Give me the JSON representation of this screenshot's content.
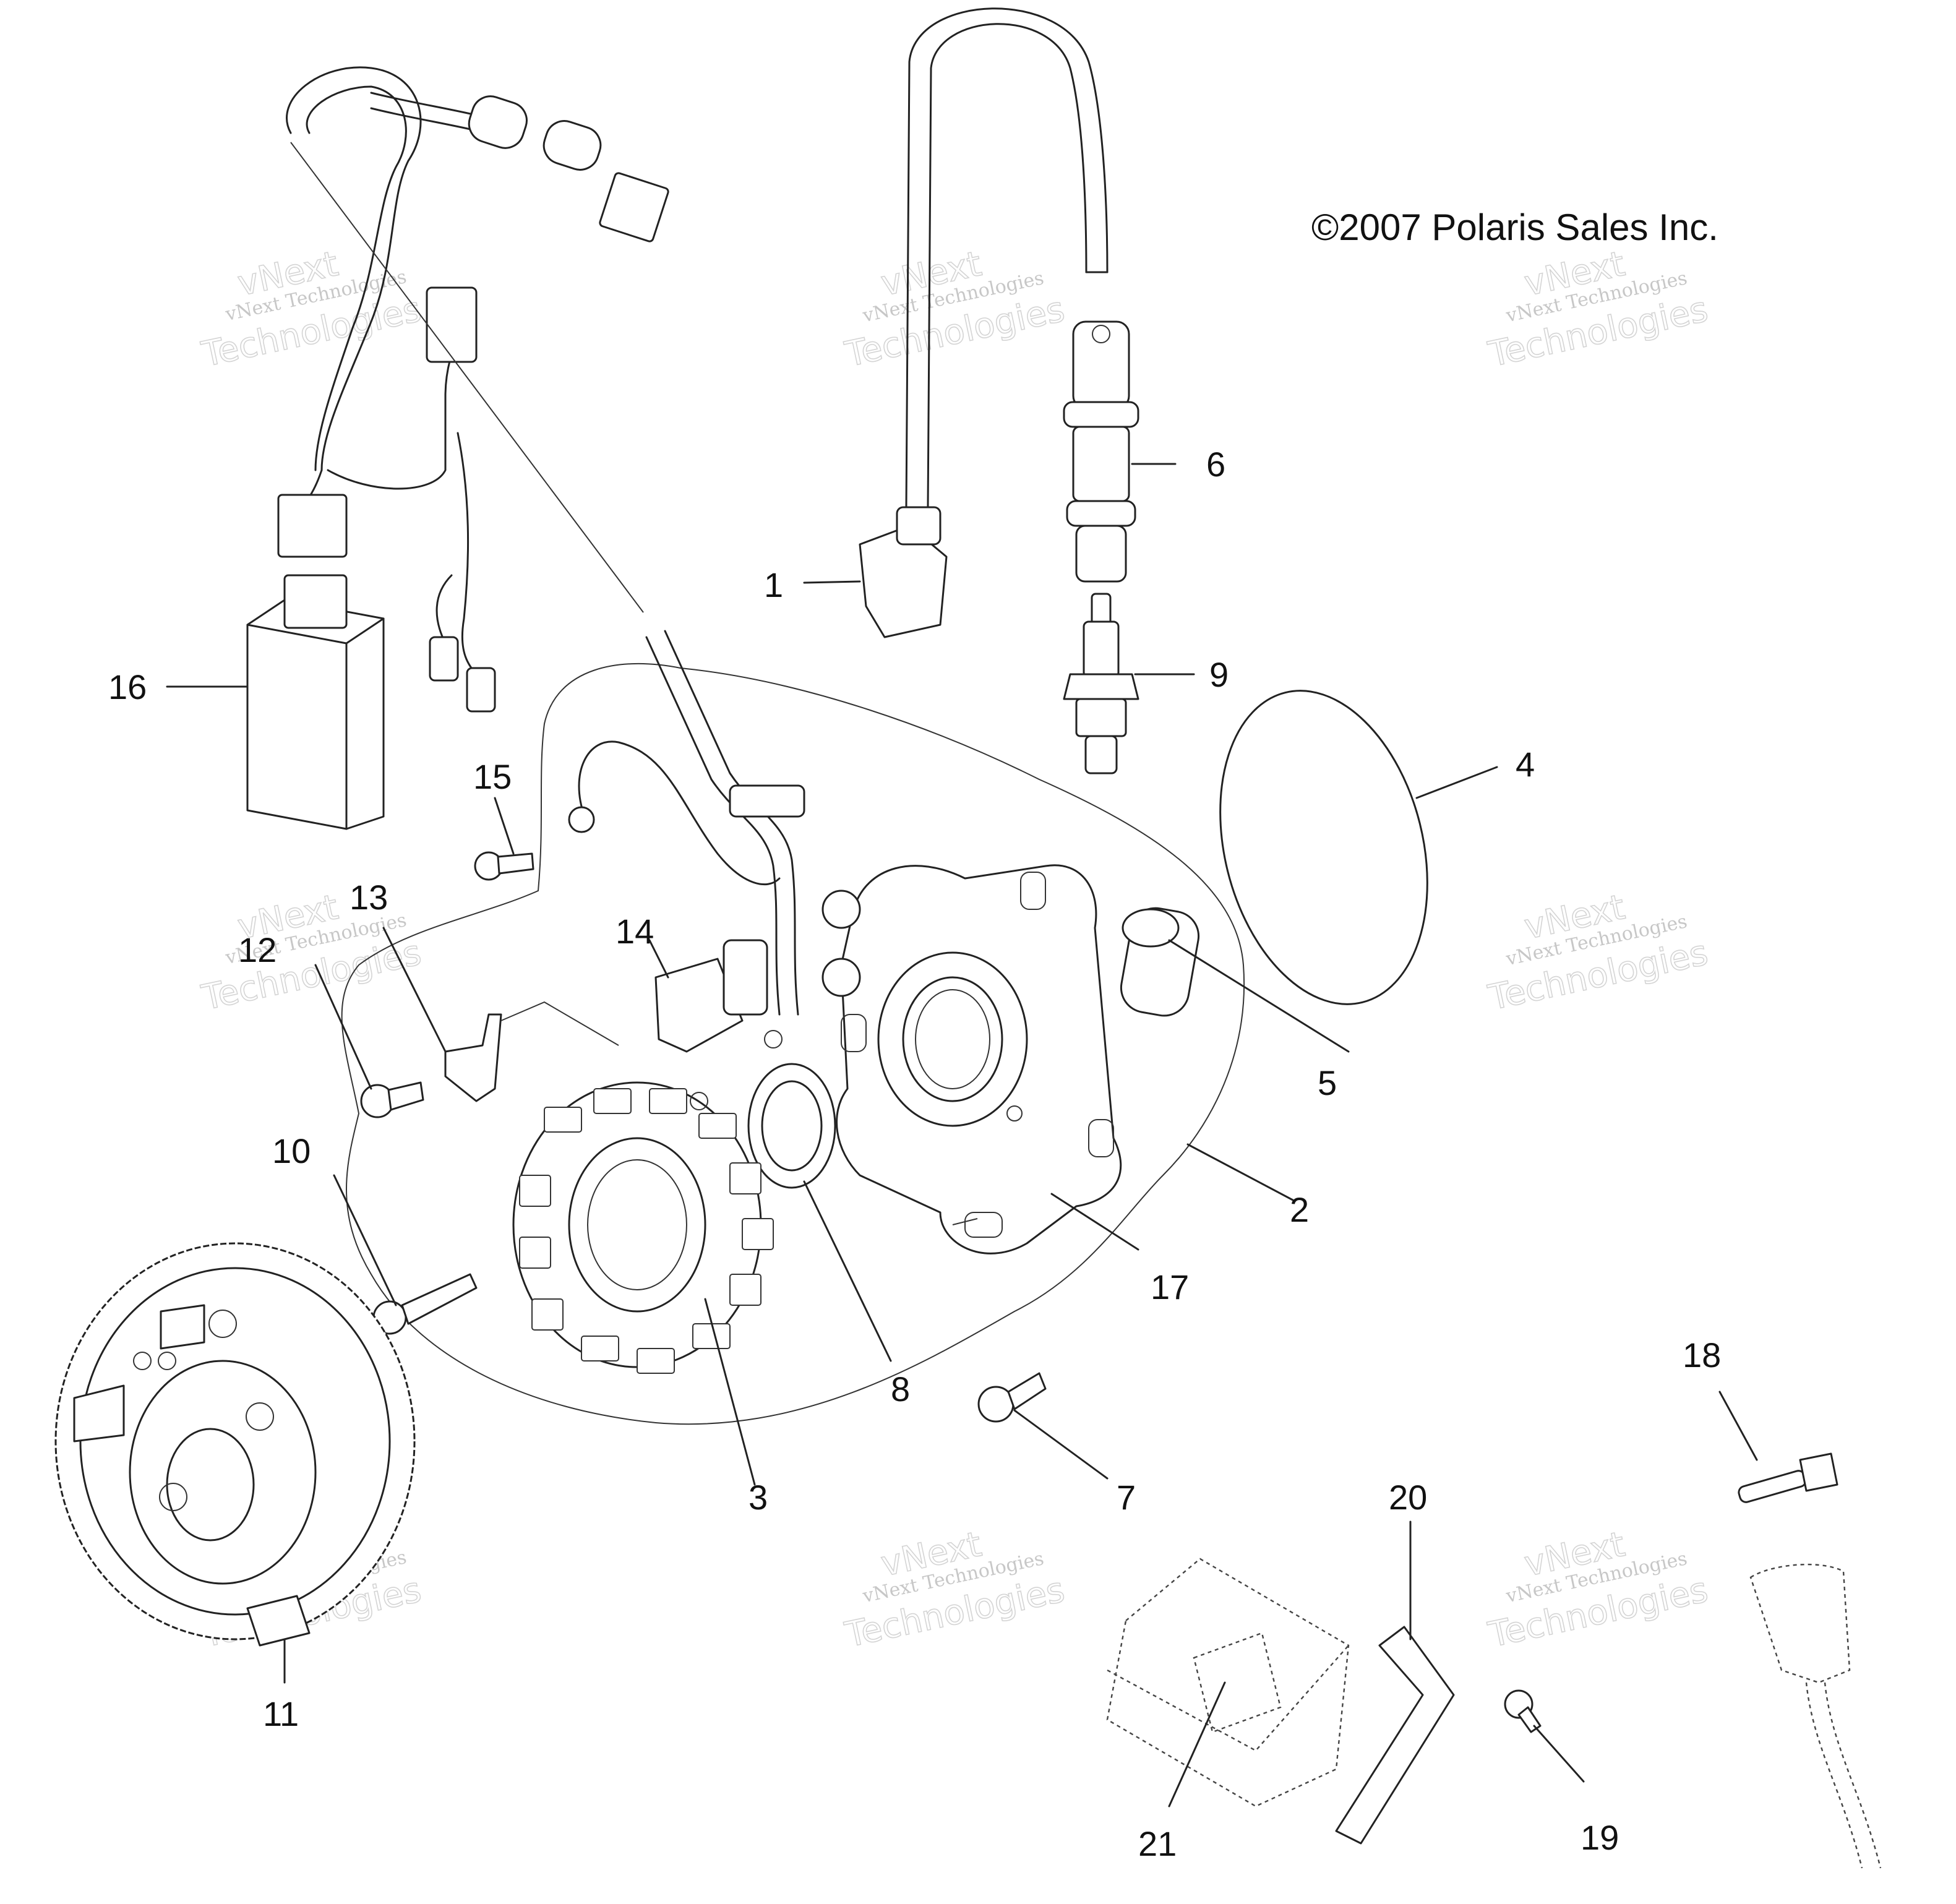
{
  "copyright": "©2007 Polaris Sales Inc.",
  "watermark": {
    "line1": "vNext Technologies",
    "line2": "vNext",
    "line3": "Technologies"
  },
  "callouts": [
    "1",
    "2",
    "3",
    "4",
    "5",
    "6",
    "7",
    "8",
    "9",
    "10",
    "11",
    "12",
    "13",
    "14",
    "15",
    "16",
    "17",
    "18",
    "19",
    "20",
    "21"
  ]
}
